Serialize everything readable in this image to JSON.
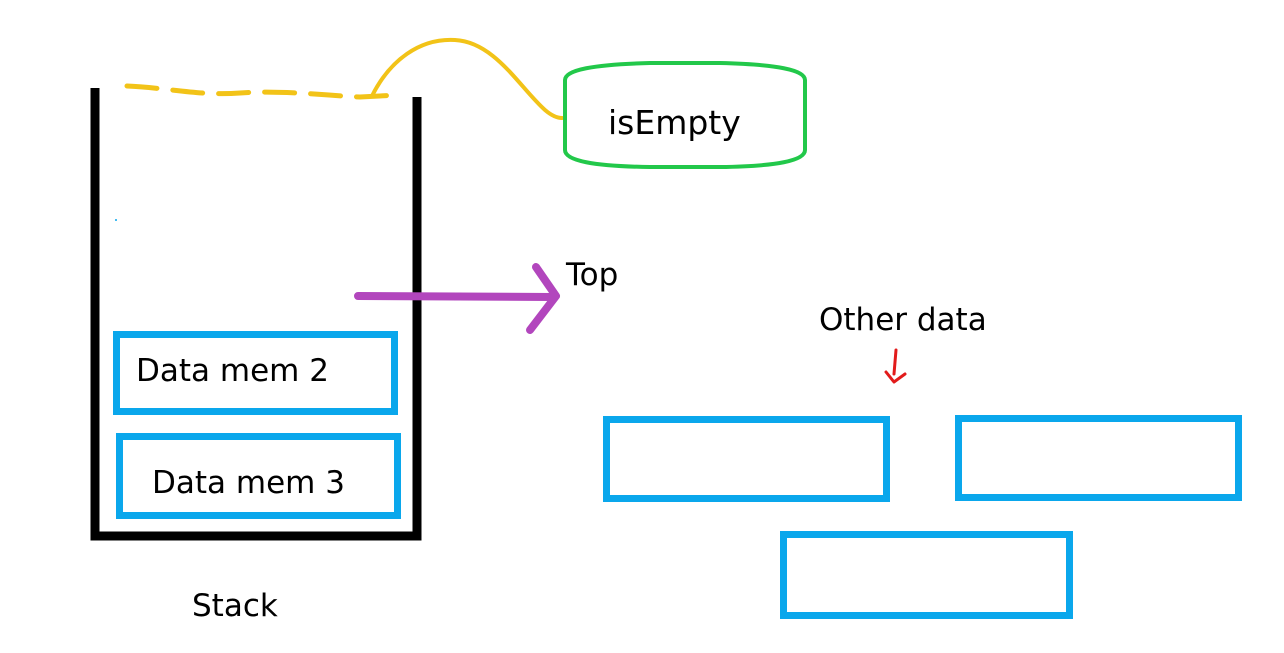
{
  "diagram": {
    "stack_label": "Stack",
    "top_label": "Top",
    "is_empty_label": "isEmpty",
    "other_data_label": "Other data",
    "stack_items": [
      {
        "label": "Data mem 2"
      },
      {
        "label": "Data mem 3"
      }
    ],
    "other_data_boxes": [
      {
        "label": ""
      },
      {
        "label": ""
      },
      {
        "label": ""
      }
    ]
  },
  "colors": {
    "stack_outline": "#000000",
    "data_box": "#0aa7ec",
    "top_arrow": "#b246bd",
    "is_empty_shape": "#22c84a",
    "empty_line": "#f2c318",
    "other_data_arrow": "#e21b1b"
  }
}
